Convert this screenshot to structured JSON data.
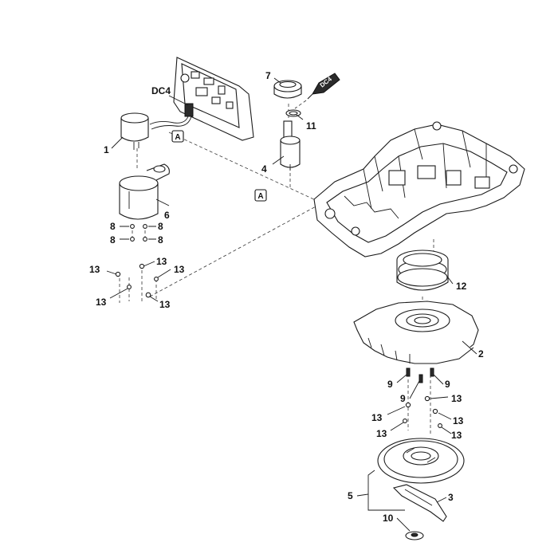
{
  "callouts": {
    "dc4_top": "DC4",
    "dc4_tube": "DC4",
    "a_top": "A",
    "a_mid": "A",
    "p1": "1",
    "p2": "2",
    "p3": "3",
    "p4": "4",
    "p5": "5",
    "p6": "6",
    "p7": "7",
    "p8a": "8",
    "p8b": "8",
    "p8c": "8",
    "p8d": "8",
    "p9a": "9",
    "p9b": "9",
    "p9c": "9",
    "p10": "10",
    "p11": "11",
    "p12": "12",
    "p13a": "13",
    "p13b": "13",
    "p13c": "13",
    "p13d": "13",
    "p13e": "13",
    "p13f": "13",
    "p13g": "13",
    "p13h": "13"
  },
  "colors": {
    "line": "#1a1a1a",
    "fill_dark": "#2b2b2b",
    "background": "#ffffff"
  }
}
